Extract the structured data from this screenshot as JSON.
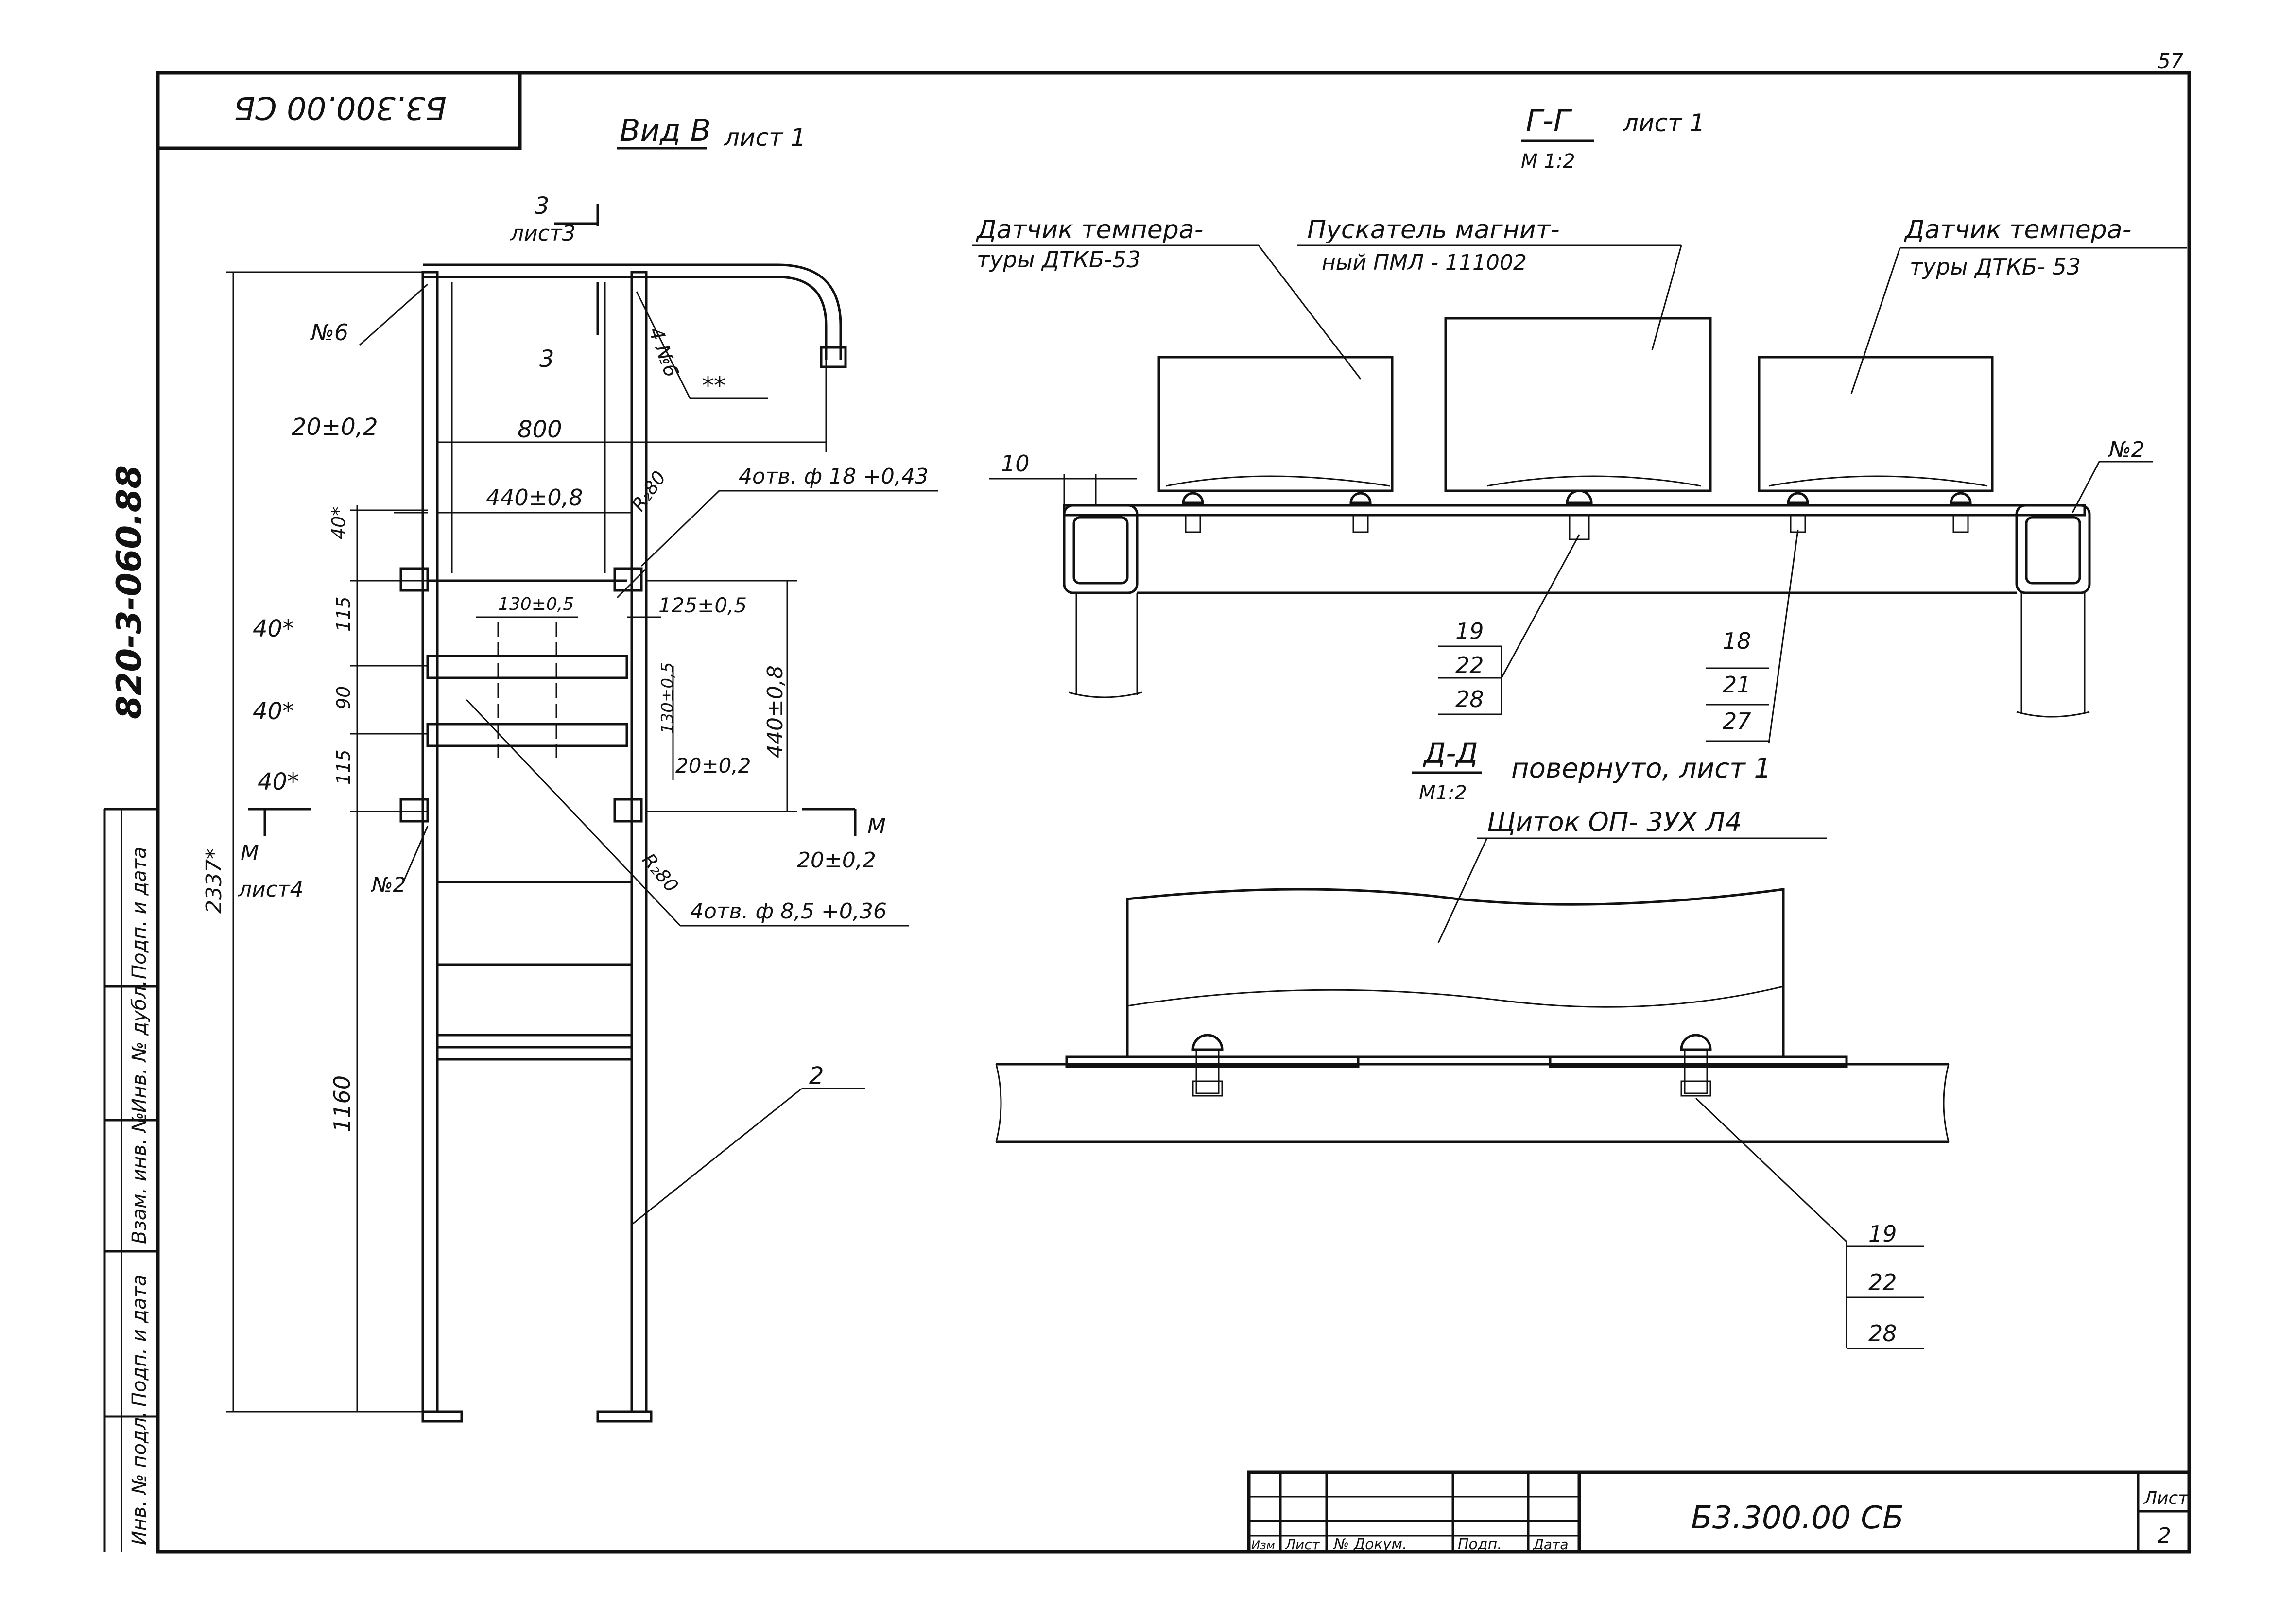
{
  "sheet": {
    "page_number": "57",
    "top_stamp": "Б3.300.00 СБ",
    "vertical_code": "820-3-060.88",
    "left_strip": [
      "Инв. № подл.",
      "Подп. и дата",
      "Взам. инв. №",
      "Инв. № дубл.",
      "Подп. и дата"
    ]
  },
  "view_b": {
    "title": "Вид В",
    "sheet_ref": "лист 1",
    "section_mark": {
      "number": "3",
      "ref": "лист3",
      "number2": "3"
    },
    "callouts": {
      "n6_left": "№6",
      "n6_right": "4 №6",
      "star": "**",
      "n2": "№2",
      "item2": "2"
    },
    "dims": {
      "d20_top": "20±0,2",
      "d800": "800",
      "d440": "440±0,8",
      "r80_top": "R₂80",
      "holes18": "4отв. ф 18 +0,43",
      "d40_star_top": "40*",
      "d115_a": "115",
      "d90": "90",
      "d115_b": "115",
      "d130": "130±0,5",
      "d125": "125±0,5",
      "d440v": "440±0,8",
      "d130v": "130±0,5",
      "d20_mid": "20±0,2",
      "d40a": "40*",
      "d40b": "40*",
      "d40c": "40*",
      "m_left": "М",
      "m_left_ref": "лист4",
      "m_right": "М",
      "d20_bot": "20±0,2",
      "r80_bot": "R₂80",
      "holes85": "4отв. ф 8,5 +0,36",
      "d2337": "2337*",
      "d1160": "1160"
    }
  },
  "section_gg": {
    "title": "Г-Г",
    "scale": "М 1:2",
    "sheet_ref": "лист 1",
    "labels": {
      "sensor_left_1": "Датчик темпера-",
      "sensor_left_2": "туры ДТКБ-53",
      "starter_1": "Пускатель   магнит-",
      "starter_2": "ный   ПМЛ - 111002",
      "sensor_right_1": "Датчик темпера-",
      "sensor_right_2": "туры ДТКБ- 53",
      "dim10": "10",
      "n2": "№2"
    },
    "stack_left": [
      "19",
      "22",
      "28"
    ],
    "stack_right": [
      "18",
      "21",
      "27"
    ]
  },
  "section_dd": {
    "title": "Д-Д",
    "scale": "М1:2",
    "note": "повернуто, лист 1",
    "panel": "Щиток   ОП- 3УХ Л4",
    "stack": [
      "19",
      "22",
      "28"
    ]
  },
  "title_block": {
    "code": "Б3.300.00 СБ",
    "headers": [
      "Изм",
      "Лист",
      "№ Докум.",
      "Подп.",
      "Дата"
    ],
    "sheet_label": "Лист",
    "sheet_number": "2"
  }
}
